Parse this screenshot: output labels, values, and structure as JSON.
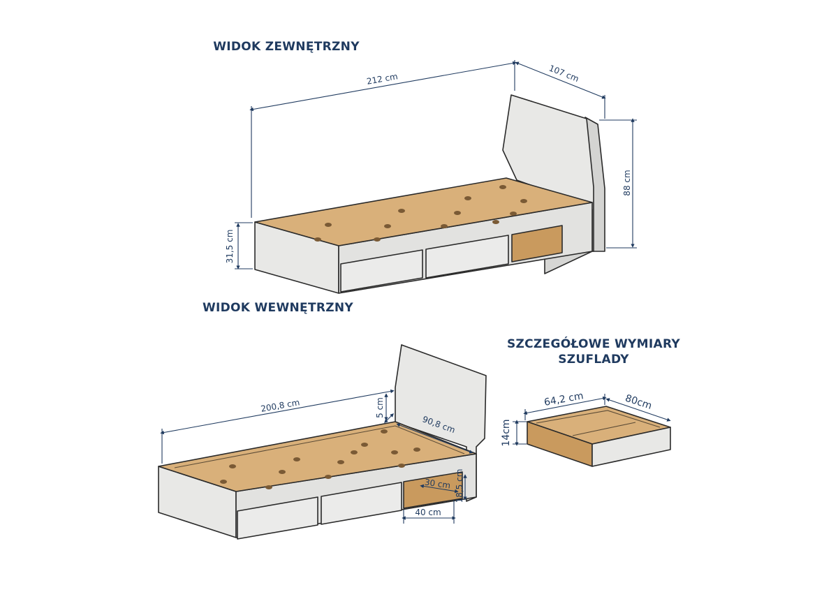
{
  "titles": {
    "exterior": "WIDOK ZEWNĘTRZNY",
    "interior": "WIDOK WEWNĘTRZNY",
    "drawer_line1": "SZCZEGÓŁOWE WYMIARY",
    "drawer_line2": "SZUFLADY"
  },
  "exterior_dims": {
    "length": "212 cm",
    "width": "107 cm",
    "height_headboard": "88 cm",
    "height_frame": "31,5 cm"
  },
  "interior_dims": {
    "length": "200,8 cm",
    "width": "90,8 cm",
    "depth_top": "5 cm",
    "shelf_depth": "30 cm",
    "shelf_height": "18,5 cm",
    "shelf_width": "40 cm"
  },
  "drawer_dims": {
    "width": "64,2 cm",
    "depth": "80cm",
    "height": "14cm"
  },
  "colors": {
    "title_text": "#1f3a5f",
    "frame_panel": "#e8e8e6",
    "wood": "#d9b07a",
    "outline": "#2a2a2a"
  }
}
